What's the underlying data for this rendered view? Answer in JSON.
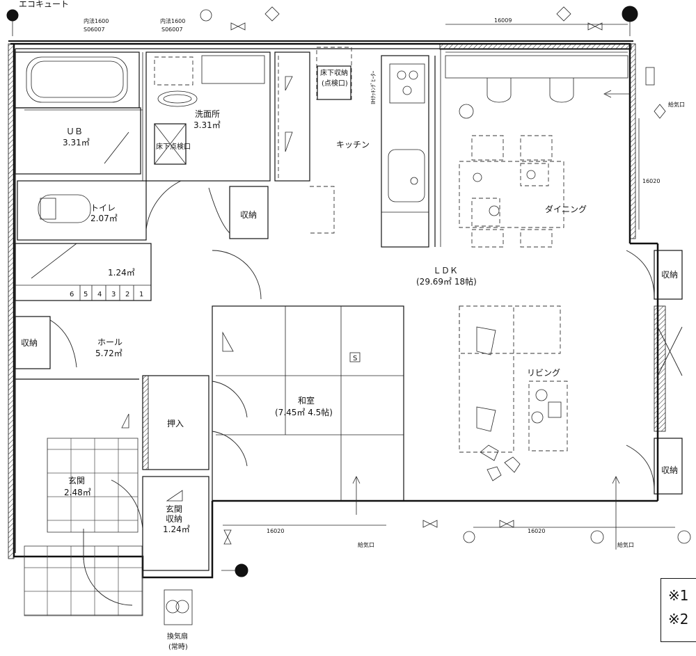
{
  "labels": {
    "eco_cute": "エコキュート",
    "naibo1": "内法1600",
    "naibo1_code": "S06007",
    "naibo2": "内法1600",
    "naibo2_code": "S06007",
    "yukashita_shuno": "床下収納",
    "tenkenko_paren": "(点検口)",
    "ih_heater": "IHｸｯｷﾝｸﾞﾋｰﾀｰ",
    "dim_top": "16009",
    "kyukiko_right": "給気口",
    "ub": "ＵＢ",
    "ub_area": "3.31㎡",
    "senmenjo": "洗面所",
    "senmenjo_area": "3.31㎡",
    "yukashita_tenkenko": "床下点検口",
    "kitchen": "キッチン",
    "dim_right": "16020",
    "dining": "ダイニング",
    "toilet": "トイレ",
    "toilet_area": "2.07㎡",
    "shuno_upper": "収納",
    "stair_area": "1.24㎡",
    "steps": [
      "6",
      "5",
      "4",
      "3",
      "2",
      "1"
    ],
    "ldk": "ＬＤＫ",
    "ldk_area": "(29.69㎡ 18帖)",
    "shuno_right1": "収納",
    "shuno_left": "収納",
    "hall": "ホール",
    "hall_area": "5.72㎡",
    "s_mark": "S",
    "living": "リビング",
    "washitsu": "和室",
    "washitsu_area": "(7.45㎡ 4.5帖)",
    "oshiire": "押入",
    "shuno_right2": "収納",
    "genkan": "玄関",
    "genkan_area": "2.48㎡",
    "genkan_shuno": "玄関",
    "genkan_shuno2": "収納",
    "genkan_shuno_area": "1.24㎡",
    "dim_bottom_left": "16020",
    "dim_bottom_right": "16020",
    "kyukiko_bottom1": "給気口",
    "kyukiko_bottom2": "給気口",
    "kankisen": "換気扇",
    "kankisen_jo": "(常時)",
    "note1": "※1",
    "note2": "※2"
  }
}
